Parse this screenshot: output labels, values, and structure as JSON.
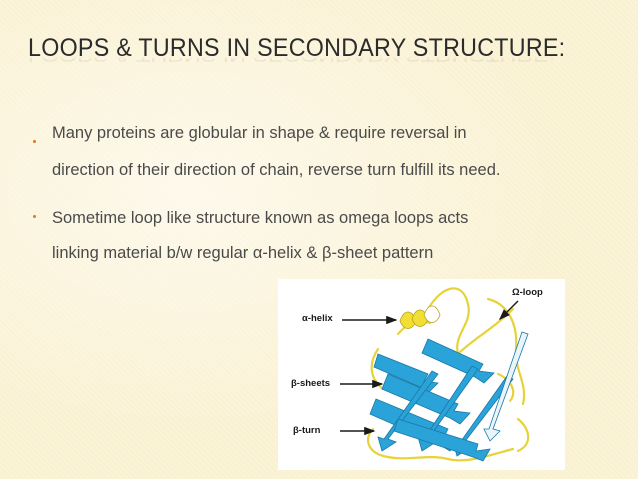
{
  "slide": {
    "title": "LOOPS & TURNS IN SECONDARY STRUCTURE:",
    "bullets": [
      {
        "lines": [
          "Many proteins are globular in shape & require reversal in",
          "direction of their direction of chain, reverse turn fulfill its need."
        ]
      },
      {
        "lines": [
          "Sometime loop like structure known as omega loops acts",
          "linking material b/w regular α-helix & β-sheet pattern"
        ]
      }
    ]
  },
  "figure": {
    "labels": {
      "alpha_helix": "α-helix",
      "omega_loop": "Ω-loop",
      "beta_sheets": "β-sheets",
      "beta_turn": "β-turn"
    }
  },
  "colors": {
    "background": "#fbf3d6",
    "bullet": "#e07820",
    "sheet": "#2aa3d8",
    "loop": "#e6d33a",
    "text": "#4a4a4a"
  }
}
